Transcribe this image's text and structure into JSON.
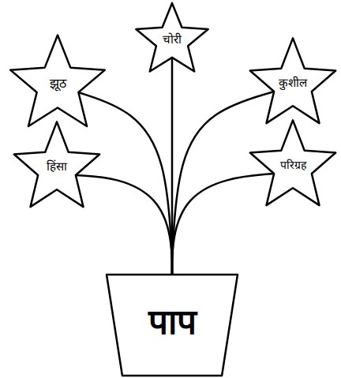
{
  "diagram": {
    "nodes": [
      {
        "text": [
          "चोरी"
        ]
      },
      {
        "text": [
          "झूठ"
        ]
      },
      {
        "text": [
          "कुशील"
        ]
      },
      {
        "text": [
          "हिंसा"
        ]
      },
      {
        "text": [
          "परिग्रह"
        ]
      },
      {
        "text": [
          "पाप"
        ]
      }
    ],
    "edges": [
      {
        "from": 5,
        "to": 0,
        "arrow": "none"
      },
      {
        "from": 5,
        "to": 1,
        "arrow": "none"
      },
      {
        "from": 5,
        "to": 2,
        "arrow": "none"
      },
      {
        "from": 5,
        "to": 3,
        "arrow": "none"
      },
      {
        "from": 5,
        "to": 4,
        "arrow": "none"
      }
    ]
  }
}
